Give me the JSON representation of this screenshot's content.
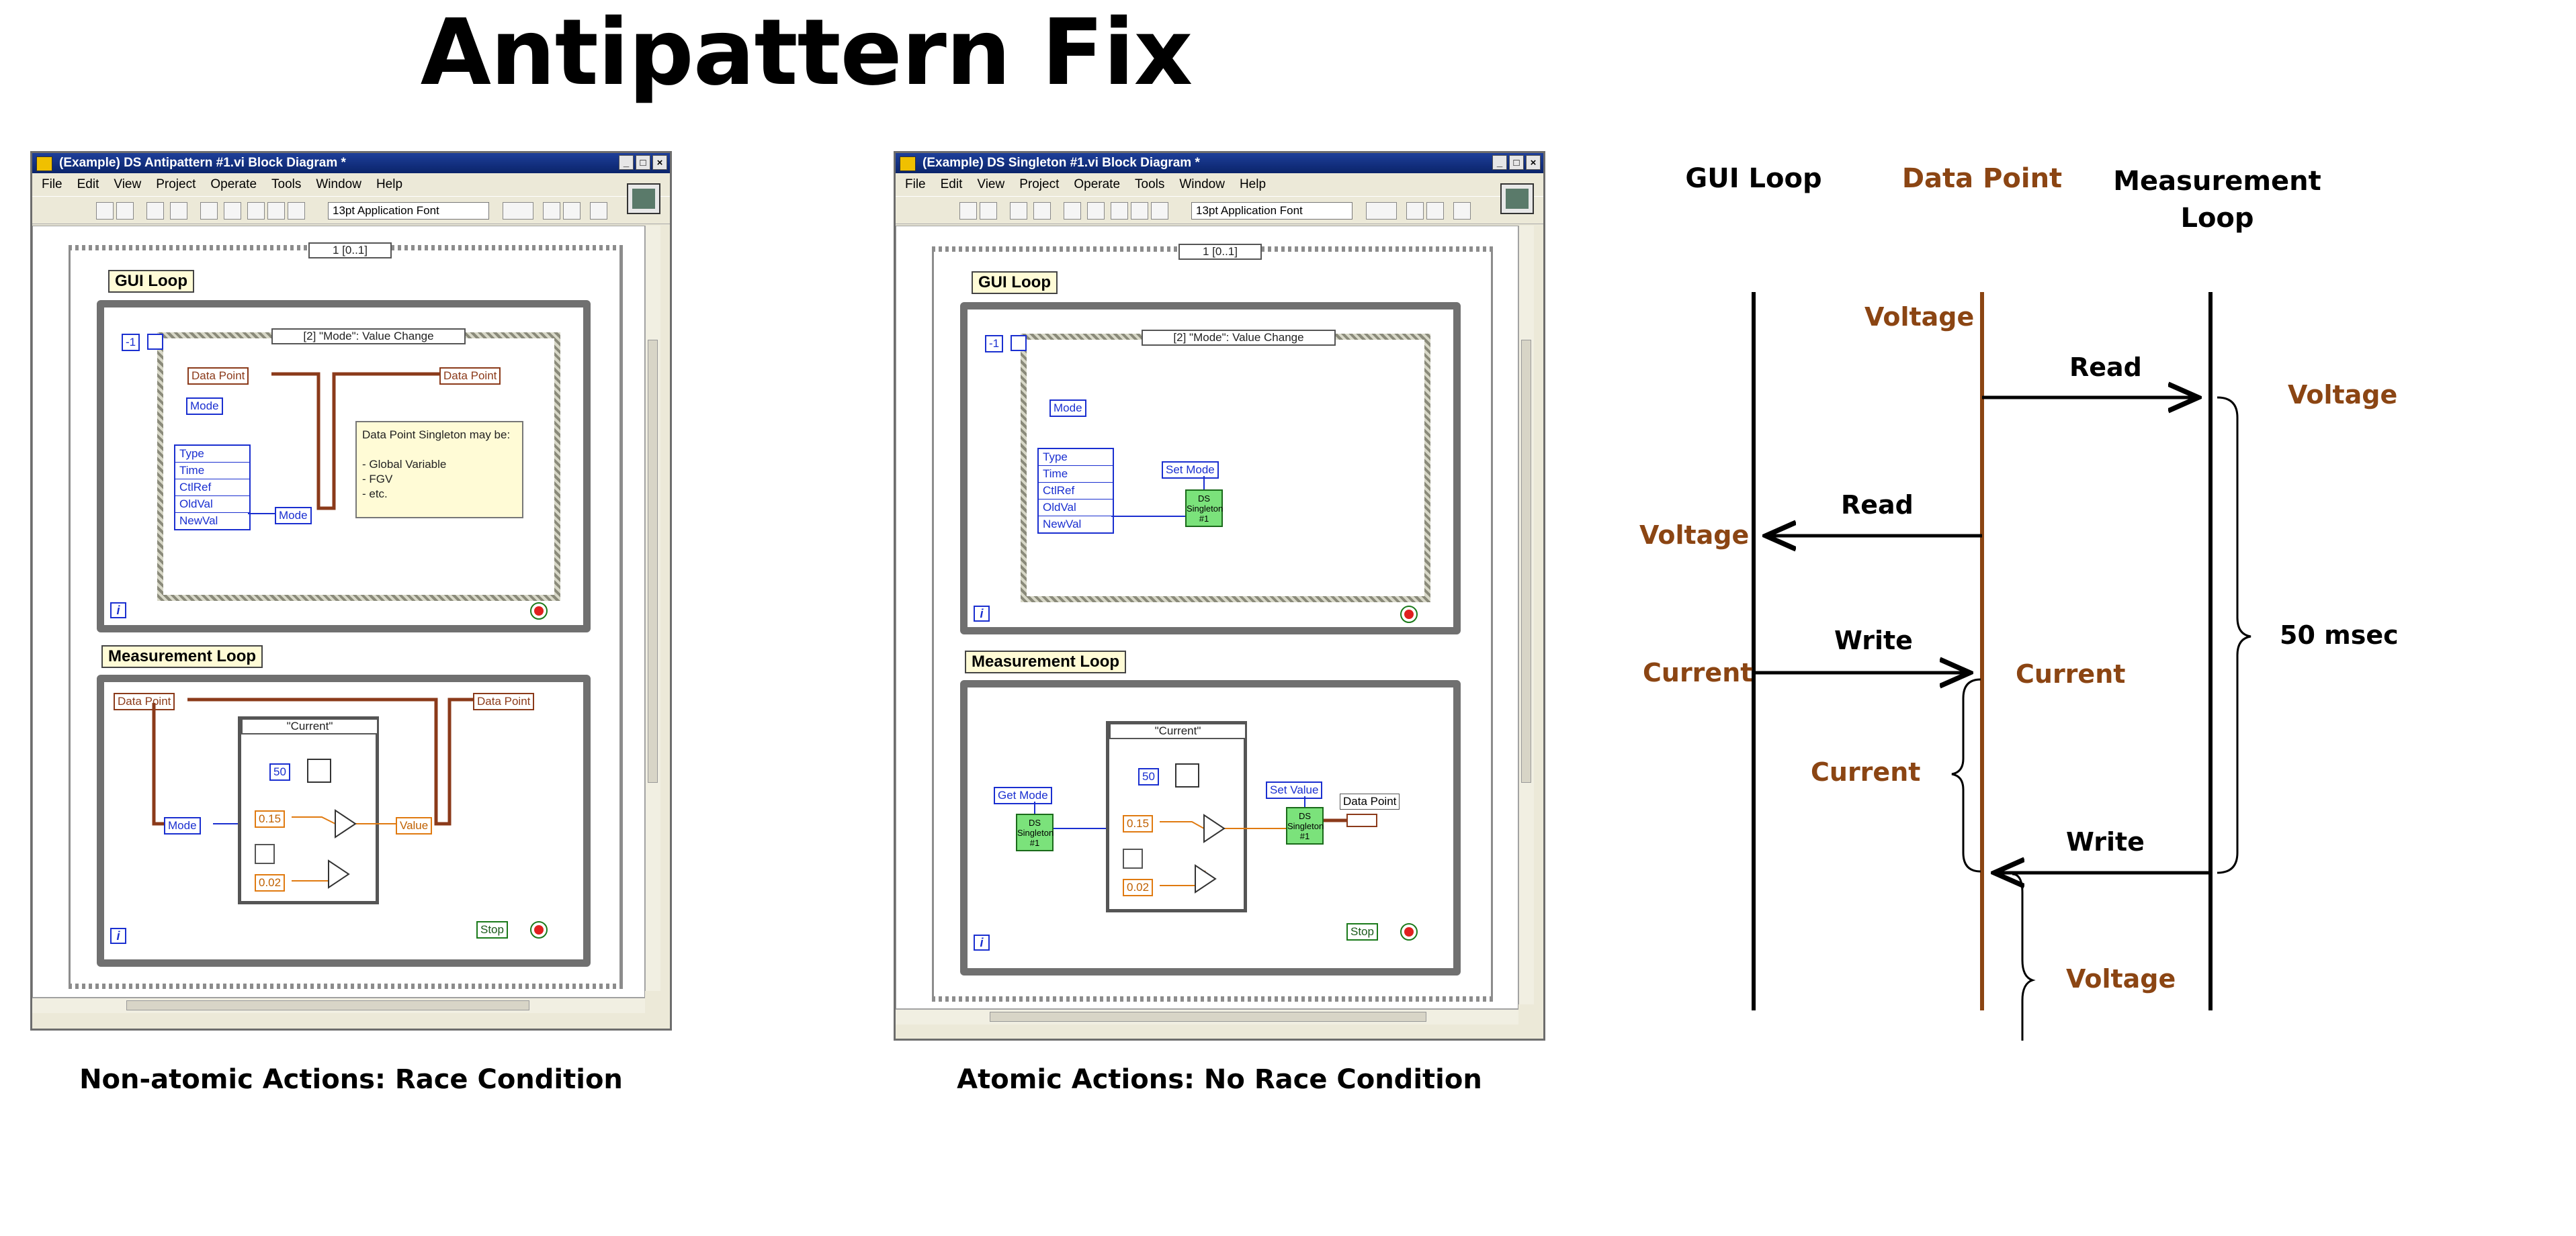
{
  "title": "Antipattern Fix",
  "colors": {
    "brown": "#8b4513",
    "black": "#000000",
    "wire_brown": "#8b3a1a",
    "wire_blue": "#1a2fd0",
    "wire_orange": "#e07a10"
  },
  "left_window": {
    "title": "(Example) DS Antipattern #1.vi Block Diagram *",
    "menus": [
      "File",
      "Edit",
      "View",
      "Project",
      "Operate",
      "Tools",
      "Window",
      "Help"
    ],
    "font": "13pt Application Font",
    "seq_selector": "1 [0..1]",
    "gui_loop_label": "GUI Loop",
    "event_selector": "[2] \"Mode\": Value Change",
    "loop_count": "-1",
    "data_point_read": "Data Point",
    "data_point_write": "Data Point",
    "mode_ctrl": "Mode",
    "event_fields": [
      "Type",
      "Time",
      "CtlRef",
      "OldVal",
      "NewVal"
    ],
    "mode_bundle": "Mode",
    "comment": "Data Point Singleton may be:\n\n- Global Variable\n- FGV\n- etc.",
    "meas_loop_label": "Measurement Loop",
    "meas_dp_read": "Data Point",
    "meas_dp_write": "Data Point",
    "case_selector": "\"Current\"",
    "wait_ms": "50",
    "const_a": "0.15",
    "const_b": "0.02",
    "mode_unbundle": "Mode",
    "value_bundle": "Value",
    "stop": "Stop"
  },
  "right_window": {
    "title": "(Example) DS Singleton #1.vi Block Diagram *",
    "menus": [
      "File",
      "Edit",
      "View",
      "Project",
      "Operate",
      "Tools",
      "Window",
      "Help"
    ],
    "font": "13pt Application Font",
    "seq_selector": "1 [0..1]",
    "gui_loop_label": "GUI Loop",
    "event_selector": "[2] \"Mode\": Value Change",
    "loop_count": "-1",
    "mode_ctrl": "Mode",
    "event_fields": [
      "Type",
      "Time",
      "CtlRef",
      "OldVal",
      "NewVal"
    ],
    "set_mode": "Set Mode",
    "ds_label": "DS\nSingleton\n#1",
    "meas_loop_label": "Measurement Loop",
    "get_mode": "Get Mode",
    "case_selector": "\"Current\"",
    "wait_ms": "50",
    "const_a": "0.15",
    "const_b": "0.02",
    "set_value": "Set Value",
    "data_point_ind": "Data Point",
    "stop": "Stop"
  },
  "captions": {
    "left": "Non-atomic Actions: Race Condition",
    "right": "Atomic Actions: No Race Condition"
  },
  "sequence": {
    "headers": {
      "gui": "GUI Loop",
      "data": "Data Point",
      "meas_line1": "Measurement",
      "meas_line2": "Loop"
    },
    "labels": {
      "voltage_top": "Voltage",
      "read1": "Read",
      "voltage_meas": "Voltage",
      "read2": "Read",
      "voltage_gui": "Voltage",
      "write1": "Write",
      "current_gui": "Current",
      "current_dp": "Current",
      "period": "50 msec",
      "current_left": "Current",
      "write2": "Write",
      "voltage_bottom": "Voltage"
    }
  }
}
